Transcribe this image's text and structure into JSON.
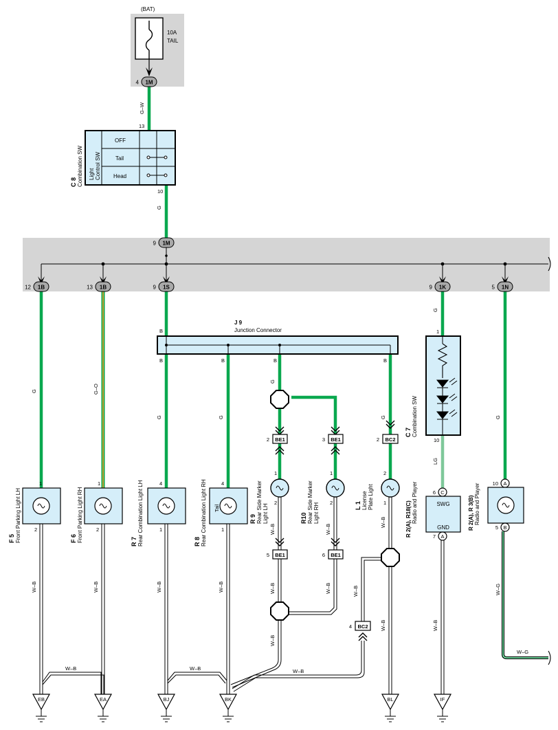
{
  "fuse": {
    "source": "(BAT)",
    "rating": "10A",
    "name": "TAIL"
  },
  "c8": {
    "code": "C 8",
    "name": "Combination SW",
    "sub1": "Light",
    "sub2": "Control SW",
    "rows": [
      "OFF",
      "Tail",
      "Head"
    ],
    "pin_top": "13",
    "pin_bottom": "10"
  },
  "connectors": {
    "c1m_top": {
      "label": "1M",
      "pin": "4"
    },
    "c1m_mid": {
      "label": "1M",
      "pin": "9"
    },
    "c1b_a": {
      "label": "1B",
      "pin": "12"
    },
    "c1b_b": {
      "label": "1B",
      "pin": "13"
    },
    "c1s": {
      "label": "1S",
      "pin": "9"
    },
    "c1k": {
      "label": "1K",
      "pin": "9"
    },
    "c1n": {
      "label": "1N",
      "pin": "5"
    }
  },
  "wires": {
    "gw": "G–W",
    "g": "G",
    "go": "G–O",
    "b": "B",
    "lg": "LG",
    "wb": "W–B",
    "wg": "W–G"
  },
  "j9": {
    "code": "J 9",
    "name": "Junction Connector"
  },
  "inline": {
    "be1_a": {
      "label": "BE1",
      "pin": "2"
    },
    "be1_b": {
      "label": "BE1",
      "pin": "3"
    },
    "bc2_a": {
      "label": "BC2",
      "pin": "2"
    },
    "be1_c": {
      "label": "BE1",
      "pin": "5"
    },
    "be1_d": {
      "label": "BE1",
      "pin": "6"
    },
    "bc2_b": {
      "label": "BC2",
      "pin": "4"
    }
  },
  "components": {
    "f5": {
      "code": "F 5",
      "name": "Front Parking Light LH"
    },
    "f6": {
      "code": "F 6",
      "name": "Front Parking Light RH"
    },
    "r7": {
      "code": "R 7",
      "name": "Rear Combination Light LH"
    },
    "r8": {
      "code": "R 8",
      "name": "Rear Combination Light RH",
      "inner": "Tail"
    },
    "r9": {
      "code": "R 9",
      "l1": "Rear Side Marker",
      "l2": "Light LH"
    },
    "r10": {
      "code": "R10",
      "l1": "Rear Side Marker",
      "l2": "Light RH"
    },
    "l1": {
      "code": "L 1",
      "l1": "License",
      "l2": "Plate Light"
    },
    "c7": {
      "code": "C 7",
      "name": "Combination SW"
    },
    "radio_c": {
      "code": "R 2(A), R18(C)",
      "name": "Radio and Player",
      "swg": "SWG",
      "gnd": "GND"
    },
    "radio_b": {
      "code": "R 2(A), R 3(B)",
      "name": "Radio and Player"
    }
  },
  "pins": {
    "one": "1",
    "two": "2",
    "four": "4",
    "ten": "10",
    "six": "6",
    "seven": "7",
    "five": "5"
  },
  "pin_letters": {
    "c": "C",
    "a": "A",
    "b": "B"
  },
  "grounds": [
    "EB",
    "EA",
    "BJ",
    "BK",
    "BL",
    "IF"
  ],
  "colors": {
    "green": "#0aa84f",
    "light_green": "#7fc89a",
    "orange": "#f0a030",
    "panel": "#d5d5d5",
    "box": "#d5eef9",
    "connector": "#a9a9a9"
  }
}
